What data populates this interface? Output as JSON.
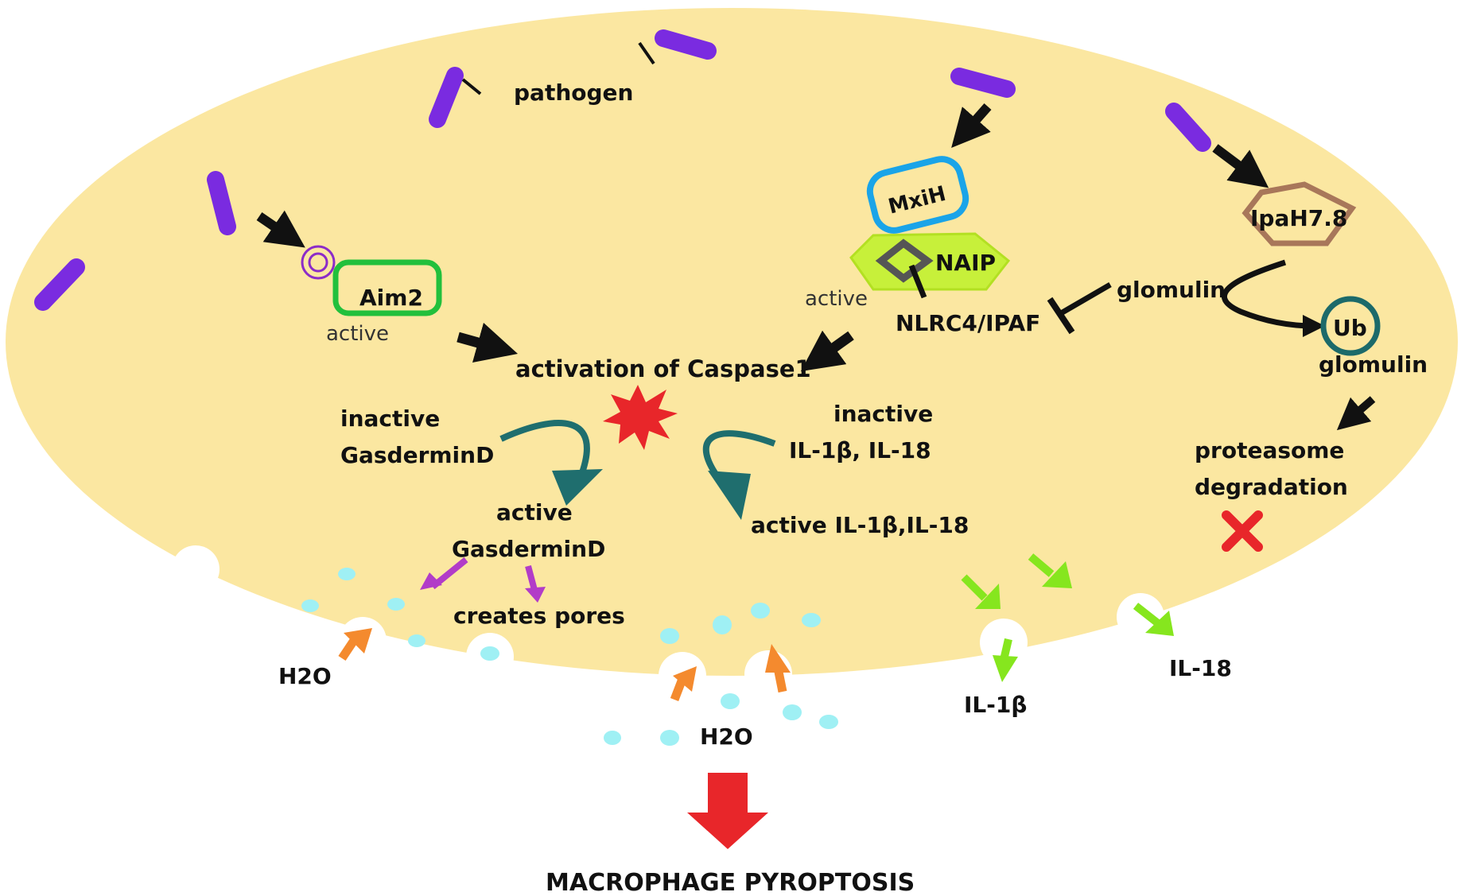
{
  "colors": {
    "cell_fill": "#fbe7a1",
    "pathogen": "#7a2be0",
    "aim2_border": "#22c03c",
    "mxih_border": "#1aa4e8",
    "naip_fill": "#c7f03a",
    "ipah_border": "#a8775a",
    "teal_arrow": "#1f6e6e",
    "caspase_star": "#e8262a",
    "purple_arrow": "#b23cc8",
    "green_arrow": "#86e61e",
    "orange_arrow": "#f48a2e",
    "water": "#9ff0f4",
    "red_arrow": "#e8262a",
    "ub_border": "#1c6a6a"
  },
  "labels": {
    "pathogen": "pathogen",
    "aim2": "Aim2",
    "aim2_active": "active",
    "activation": "activation of Caspase1",
    "mxih": "MxiH",
    "naip": "NAIP",
    "naip_active": "active",
    "nlrc4": "NLRC4/IPAF",
    "glomulin_top": "glomulin",
    "ipah": "IpaH7.8",
    "ub": "Ub",
    "glomulin_bottom": "glomulin",
    "proteasome_1": "proteasome",
    "proteasome_2": "degradation",
    "inactive_gsdmd_1": "inactive",
    "inactive_gsdmd_2": "GasderminD",
    "inactive_il_1": "inactive",
    "inactive_il_2": "IL-1β, IL-18",
    "active_gsdmd_1": "active",
    "active_gsdmd_2": "GasderminD",
    "creates_pores": "creates pores",
    "active_il": "active IL-1β,IL-18",
    "h2o_left": "H2O",
    "h2o_center": "H2O",
    "il1b_out": "IL-1β",
    "il18_out": "IL-18",
    "result": "MACROPHAGE PYROPTOSIS"
  }
}
